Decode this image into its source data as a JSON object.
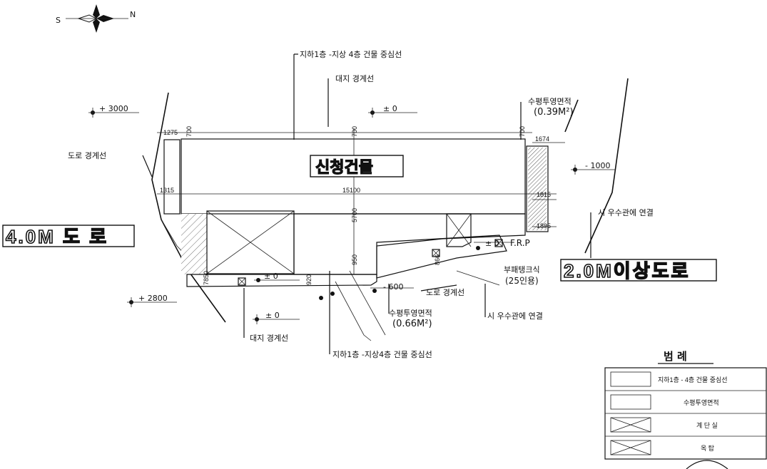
{
  "compass": {
    "south": "S",
    "north": "N"
  },
  "callouts": {
    "building_center_top": "지하1층 -지상 4층 건물 중심선",
    "site_boundary_top": "대지 경계선",
    "road_boundary_left": "도로 경계선",
    "horizontal_projection_top": "수평투영면적",
    "horizontal_projection_top_value": "(0.39M²)",
    "rainwater_right": "시 우수관에 연결",
    "frp_line1": "F.R.P",
    "frp_line2": "부패탱크식",
    "frp_line3": "(25인용)",
    "road_boundary_bottom": "도로 경계선",
    "horizontal_projection_bottom": "수평투영면적",
    "horizontal_projection_bottom_value": "(0.66M²)",
    "rainwater_bottom": "시 우수관에 연결",
    "site_boundary_bottom": "대지 경계선",
    "building_center_bottom": "지하1층 -지상4층 건물 중심선"
  },
  "elevations": {
    "plus_3000": "+ 3000",
    "zero_top": "± 0",
    "minus_1000": "- 1000",
    "plus_2800": "+ 2800",
    "zero_bottom_left": "± 0",
    "zero_bottom": "± 0",
    "zero_right": "± 0",
    "minus_600": "- 600"
  },
  "dimensions": {
    "d1275": "1275",
    "d700_left": "700",
    "d700_mid": "700",
    "d700_right": "700",
    "d1674": "1674",
    "d1315": "1315",
    "d15100": "15100",
    "d1815": "1815",
    "d5700": "5700",
    "d1895": "1895",
    "d7850": "7850",
    "d920": "920",
    "d950": "950",
    "d866": "866"
  },
  "building_label": "신청건물",
  "roads": {
    "left": "4.0M 도 로",
    "right": "2.0M이상도로"
  },
  "legend": {
    "title": "범 례",
    "items": [
      {
        "pattern": "hatch-light",
        "label": "지하1층 - 4층 건물 중심선"
      },
      {
        "pattern": "hatch-dense",
        "label": "수평투영면적"
      },
      {
        "pattern": "cross",
        "label": "계 단 실"
      },
      {
        "pattern": "cross",
        "label": "옥 탑"
      }
    ]
  }
}
